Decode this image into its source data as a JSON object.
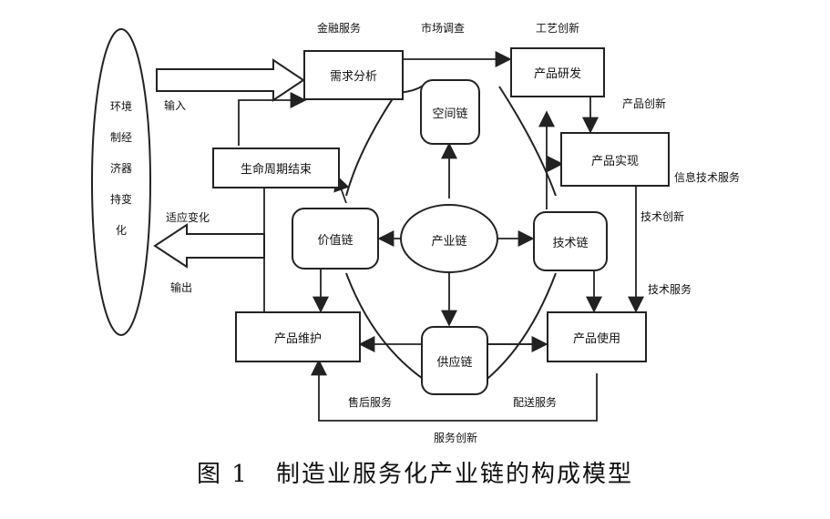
{
  "environment": {
    "lines": [
      "环境",
      "制经",
      "济器",
      "持变",
      "化"
    ]
  },
  "edge_labels": {
    "finance": "金融服务",
    "market": "市场调查",
    "craft": "工艺创新",
    "input": "输入",
    "adapt": "适应变化",
    "output": "输出",
    "product_innovation": "产品创新",
    "info_tech": "信息技术服务",
    "tech_innovation": "技术创新",
    "tech_service": "技术服务",
    "after_sales": "售后服务",
    "delivery": "配送服务",
    "service_innovation": "服务创新"
  },
  "nodes": {
    "demand": "需求分析",
    "rnd": "产品研发",
    "realize": "产品实现",
    "lifecycle": "生命周期结束",
    "maintain": "产品维护",
    "use": "产品使用",
    "space": "空间链",
    "value": "价值链",
    "industry": "产业链",
    "tech": "技术链",
    "supply": "供应链"
  },
  "caption": {
    "figure": "图 1",
    "title": "制造业服务化产业链的构成模型"
  }
}
